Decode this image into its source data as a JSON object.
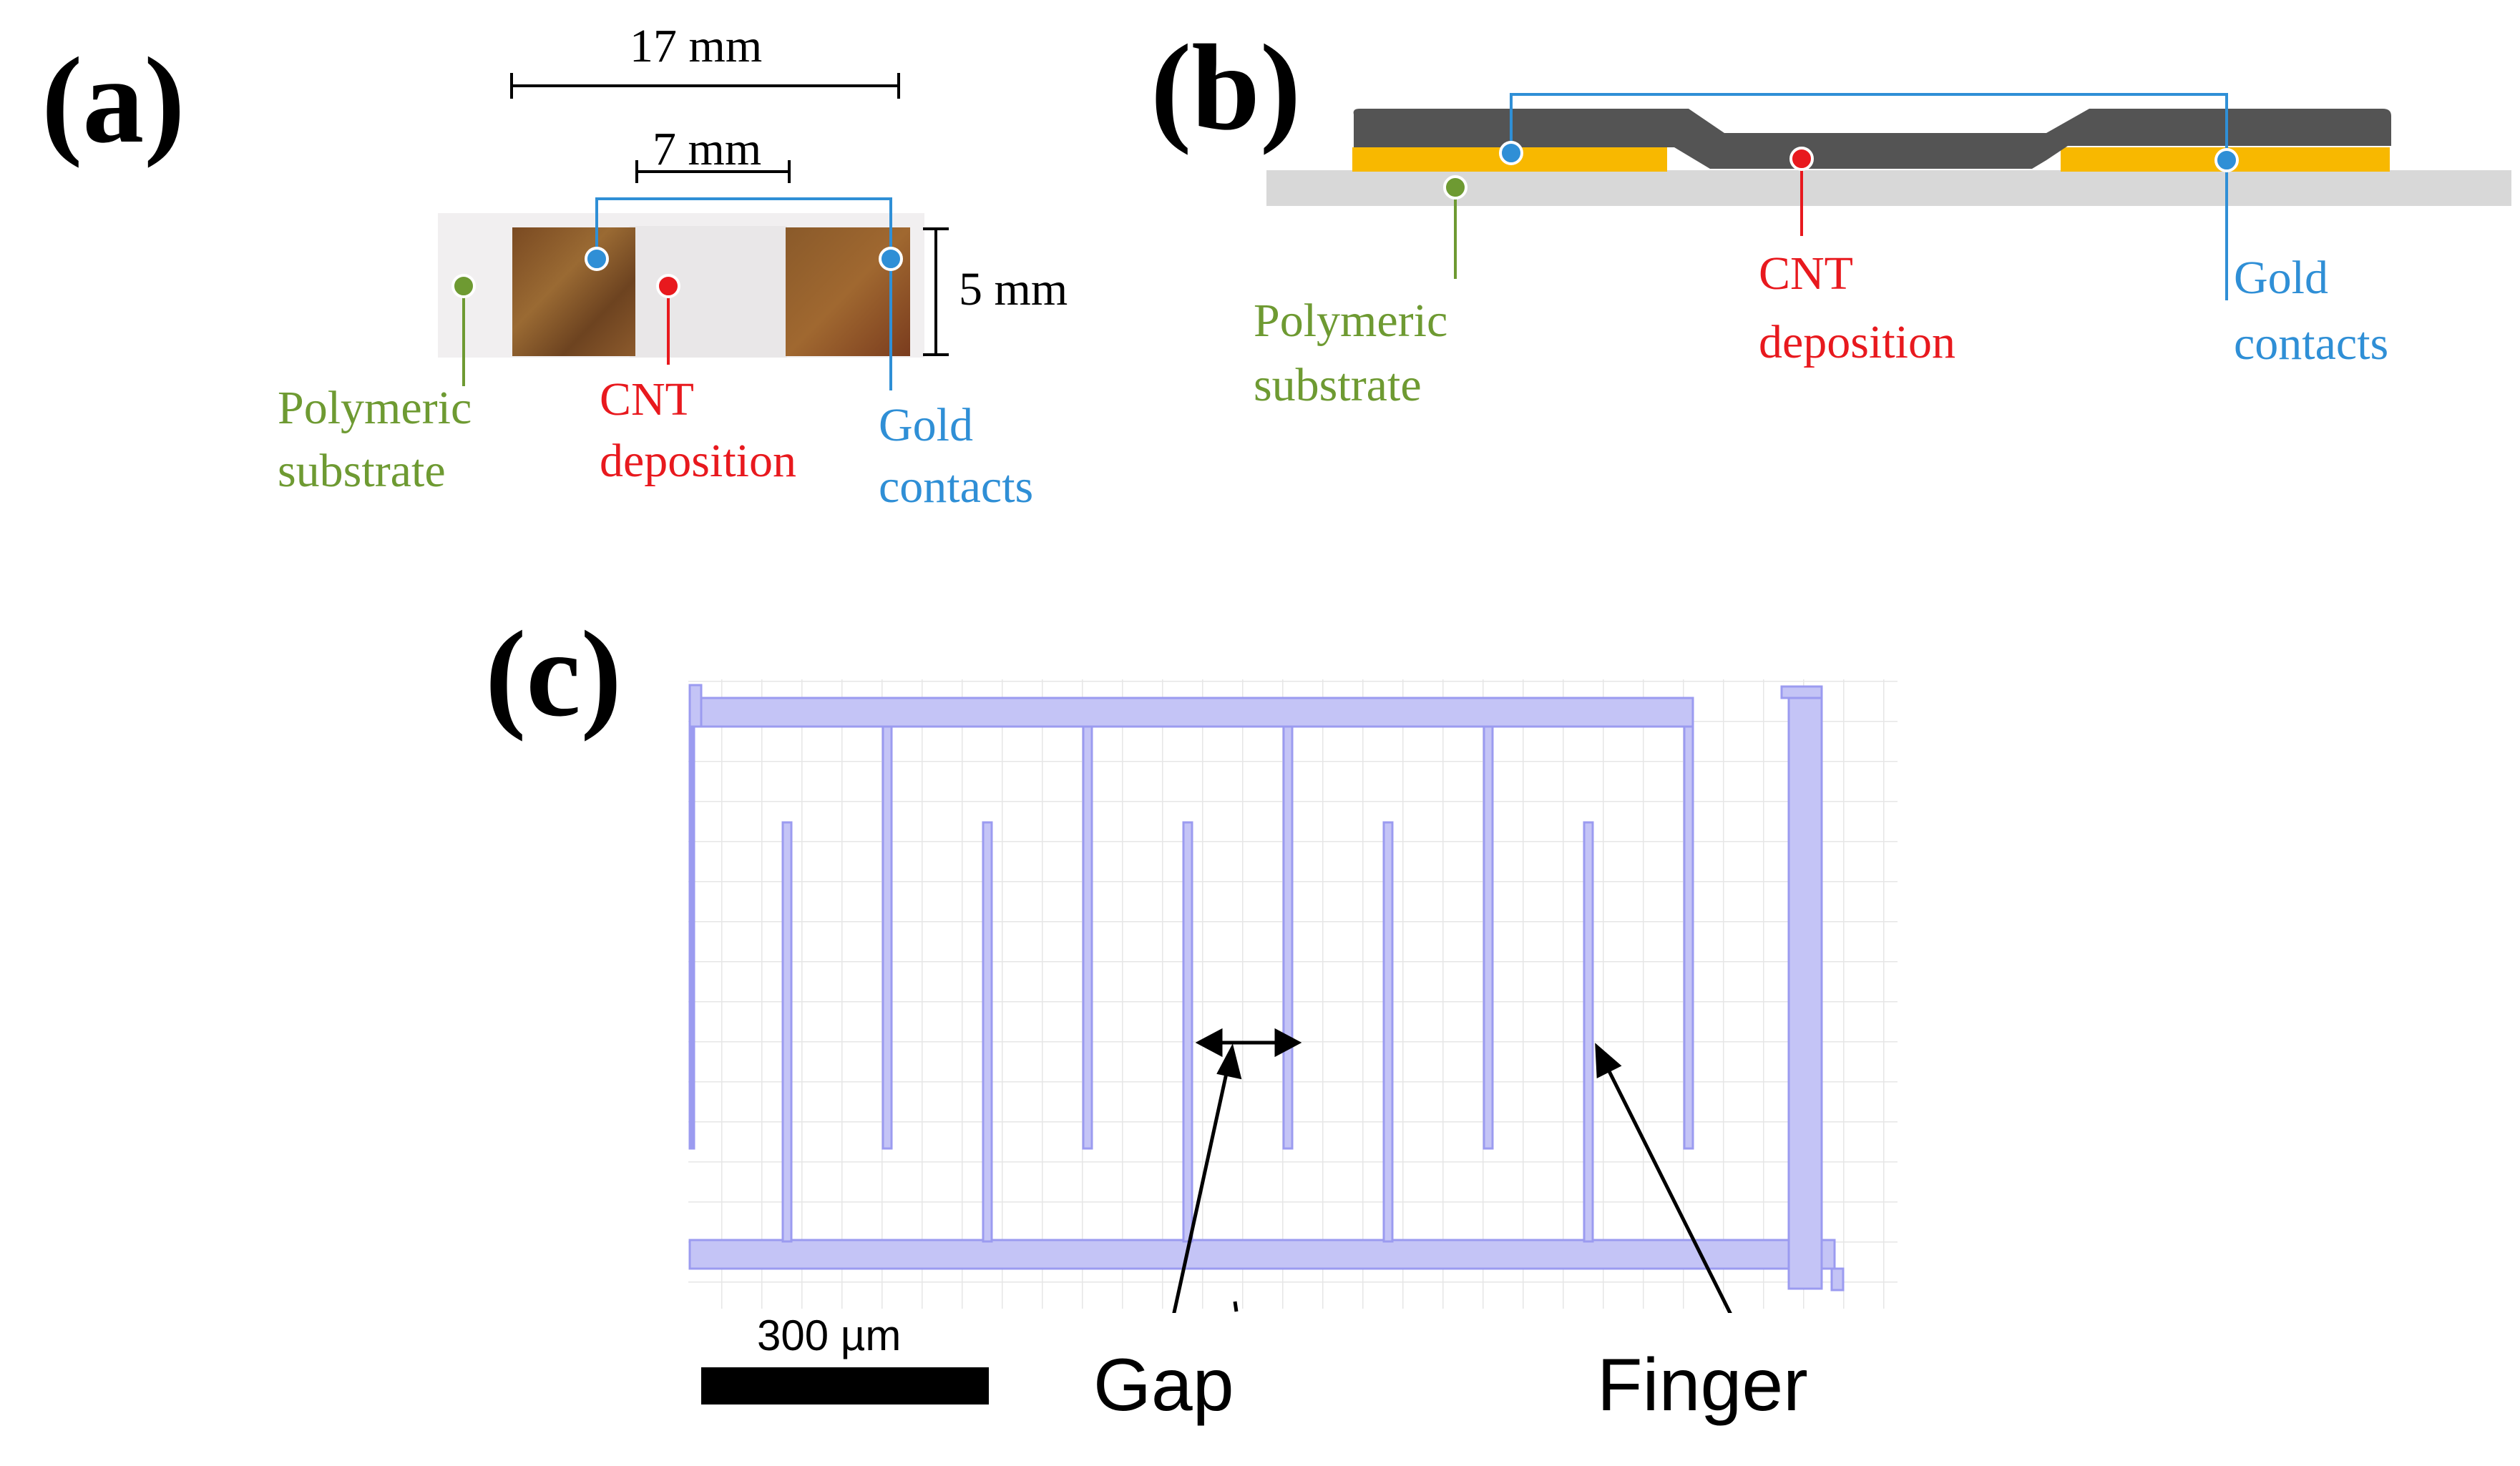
{
  "panels": {
    "a": {
      "label": "(a)",
      "dim_width_total": "17 mm",
      "dim_width_gap": "7 mm",
      "dim_height": "5 mm",
      "polymeric_substrate": [
        "Polymeric",
        "substrate"
      ],
      "cnt_deposition": [
        "CNT",
        "deposition"
      ],
      "gold_contacts": [
        "Gold",
        "contacts"
      ]
    },
    "b": {
      "label": "(b)",
      "polymeric_substrate": [
        "Polymeric",
        "substrate"
      ],
      "cnt_deposition": [
        "CNT",
        "deposition"
      ],
      "gold_contacts": [
        "Gold",
        "contacts"
      ]
    },
    "c": {
      "label": "(c)",
      "scale_bar": "300 µm",
      "gap_label": "Gap",
      "finger_label": "Finger"
    }
  },
  "colors": {
    "polymeric": "#6e9a32",
    "cnt": "#e8191e",
    "gold": "#2f8fd6",
    "substrate_grey": "#d8d8d8",
    "cnt_layer": "#545454",
    "gold_layer": "#f8b800",
    "electrode": "#9b9bf0",
    "electrode_fill": "#c4c4f6",
    "grid": "#e6e6e6",
    "pad_brown": "#8b5a2b"
  }
}
